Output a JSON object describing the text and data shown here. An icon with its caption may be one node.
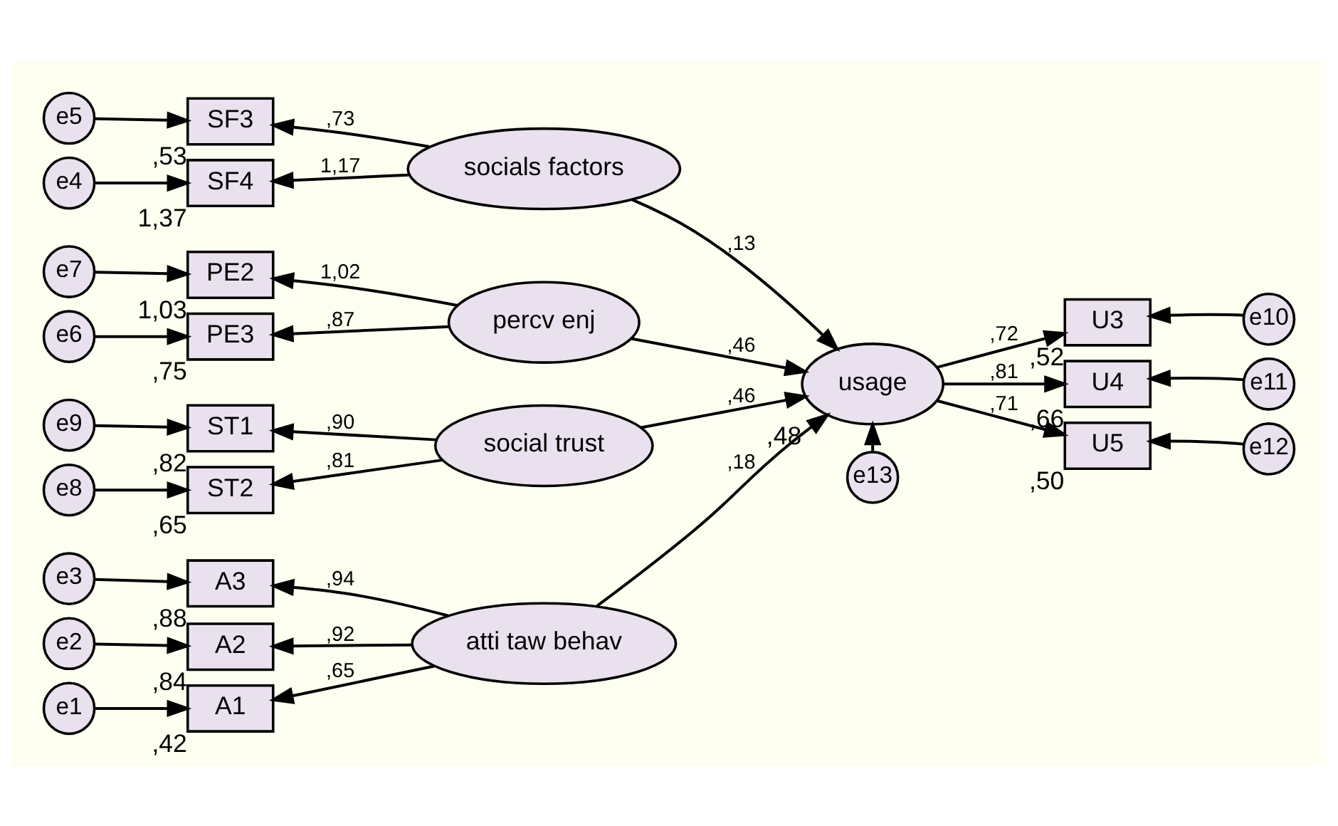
{
  "diagram": {
    "nodes": [
      {
        "text": [
          "e5"
        ]
      },
      {
        "text": [
          "SF3"
        ],
        "beside": [
          ",53"
        ]
      },
      {
        "text": [
          "socials factors"
        ]
      },
      {
        "text": [
          "e4"
        ]
      },
      {
        "text": [
          "SF4"
        ],
        "beside": [
          "1,37"
        ]
      },
      {
        "text": [
          "e7"
        ]
      },
      {
        "text": [
          "PE2"
        ],
        "beside": [
          "1,03"
        ]
      },
      {
        "text": [
          "percv enj"
        ]
      },
      {
        "text": [
          "e6"
        ]
      },
      {
        "text": [
          "PE3"
        ],
        "beside": [
          ",75"
        ]
      },
      {
        "text": [
          "e13"
        ]
      },
      {
        "text": [
          "usage"
        ],
        "beside": [
          ",48"
        ]
      },
      {
        "text": [
          "U3"
        ],
        "beside": [
          ",52"
        ]
      },
      {
        "text": [
          "e10"
        ]
      },
      {
        "text": [
          "U4"
        ],
        "beside": [
          ",66"
        ]
      },
      {
        "text": [
          "e11"
        ]
      },
      {
        "text": [
          "U5"
        ],
        "beside": [
          ",50"
        ]
      },
      {
        "text": [
          "e12"
        ]
      },
      {
        "text": [
          "e9"
        ]
      },
      {
        "text": [
          "ST1"
        ],
        "beside": [
          ",82"
        ]
      },
      {
        "text": [
          "social trust"
        ]
      },
      {
        "text": [
          "e8"
        ]
      },
      {
        "text": [
          "ST2"
        ],
        "beside": [
          ",65"
        ]
      },
      {
        "text": [
          "e3"
        ]
      },
      {
        "text": [
          "A3"
        ],
        "beside": [
          ",88"
        ]
      },
      {
        "text": [
          "atti taw behav"
        ]
      },
      {
        "text": [
          "e2"
        ]
      },
      {
        "text": [
          "A2"
        ],
        "beside": [
          ",84"
        ]
      },
      {
        "text": [
          "e1"
        ]
      },
      {
        "text": [
          "A1"
        ],
        "beside": [
          ",42"
        ]
      }
    ],
    "edges": [
      {
        "from": 0,
        "to": 1,
        "arrow": "to"
      },
      {
        "from": 3,
        "to": 4,
        "arrow": "to"
      },
      {
        "from": 2,
        "to": 1,
        "arrow": "to",
        "label": ",73"
      },
      {
        "from": 2,
        "to": 4,
        "arrow": "to",
        "label": "1,17"
      },
      {
        "from": 5,
        "to": 6,
        "arrow": "to"
      },
      {
        "from": 8,
        "to": 9,
        "arrow": "to"
      },
      {
        "from": 7,
        "to": 6,
        "arrow": "to",
        "label": "1,02"
      },
      {
        "from": 7,
        "to": 9,
        "arrow": "to",
        "label": ",87"
      },
      {
        "from": 18,
        "to": 19,
        "arrow": "to"
      },
      {
        "from": 21,
        "to": 22,
        "arrow": "to"
      },
      {
        "from": 20,
        "to": 19,
        "arrow": "to",
        "label": ",90"
      },
      {
        "from": 20,
        "to": 22,
        "arrow": "to",
        "label": ",81"
      },
      {
        "from": 23,
        "to": 24,
        "arrow": "to"
      },
      {
        "from": 26,
        "to": 27,
        "arrow": "to"
      },
      {
        "from": 28,
        "to": 29,
        "arrow": "to"
      },
      {
        "from": 25,
        "to": 24,
        "arrow": "to",
        "label": ",94"
      },
      {
        "from": 25,
        "to": 27,
        "arrow": "to",
        "label": ",92"
      },
      {
        "from": 25,
        "to": 29,
        "arrow": "to",
        "label": ",65"
      },
      {
        "from": 2,
        "to": 11,
        "arrow": "to",
        "label": ",13"
      },
      {
        "from": 7,
        "to": 11,
        "arrow": "to",
        "label": ",46"
      },
      {
        "from": 20,
        "to": 11,
        "arrow": "to",
        "label": ",46"
      },
      {
        "from": 25,
        "to": 11,
        "arrow": "to",
        "label": ",18"
      },
      {
        "from": 10,
        "to": 11,
        "arrow": "to"
      },
      {
        "from": 11,
        "to": 12,
        "arrow": "to",
        "label": ",72"
      },
      {
        "from": 11,
        "to": 14,
        "arrow": "to",
        "label": ",81"
      },
      {
        "from": 11,
        "to": 16,
        "arrow": "to",
        "label": ",71"
      },
      {
        "from": 13,
        "to": 12,
        "arrow": "to"
      },
      {
        "from": 15,
        "to": 14,
        "arrow": "to"
      },
      {
        "from": 17,
        "to": 16,
        "arrow": "to"
      }
    ]
  }
}
